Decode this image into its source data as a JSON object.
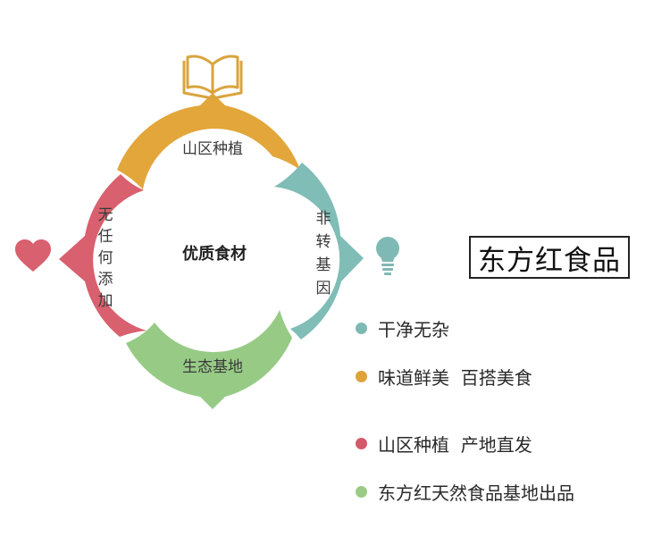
{
  "diagram": {
    "center": "优质食材",
    "segments": [
      {
        "id": "top",
        "label": "山区种植",
        "color": "#E2A63A"
      },
      {
        "id": "right",
        "label": "非转基因",
        "color": "#7FBDB6"
      },
      {
        "id": "bottom",
        "label": "生态基地",
        "color": "#97CB85"
      },
      {
        "id": "left",
        "label": "无任何添加",
        "color": "#D9606E"
      }
    ],
    "icons": {
      "top": "book-icon",
      "right": "lightbulb-icon",
      "left": "heart-icon"
    }
  },
  "brand": "东方红食品",
  "features": [
    {
      "text": "干净无杂",
      "color": "#7FB9B4"
    },
    {
      "text": "味道鲜美  百搭美食",
      "color": "#E0A33B"
    },
    {
      "text": "山区种植  产地直发",
      "color": "#D4596A"
    },
    {
      "text": "东方红天然食品基地出品",
      "color": "#9BCB86"
    }
  ]
}
